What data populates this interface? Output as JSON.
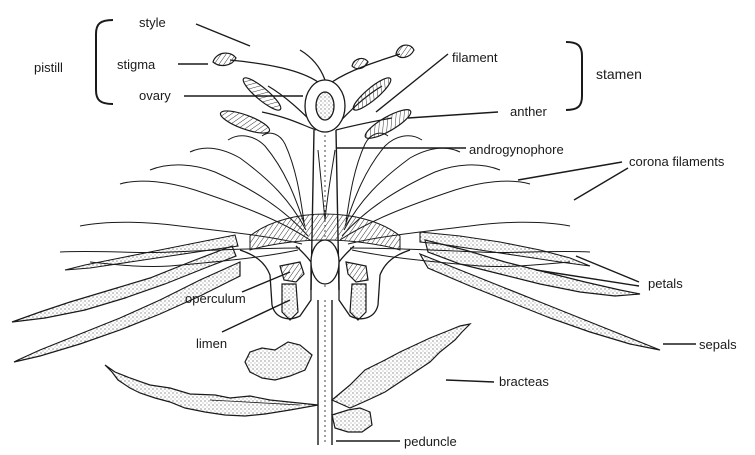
{
  "labels": {
    "pistill": "pistill",
    "style": "style",
    "stigma": "stigma",
    "ovary": "ovary",
    "filament": "filament",
    "stamen": "stamen",
    "anther": "anther",
    "androgynophore": "androgynophore",
    "corona_filaments": "corona filaments",
    "petals": "petals",
    "operculum": "operculum",
    "limen": "limen",
    "sepals": "sepals",
    "bracteas": "bracteas",
    "peduncle": "peduncle"
  },
  "colors": {
    "ink": "#1a1a1a",
    "paper": "#ffffff",
    "stipple": "#6b6b6b"
  }
}
